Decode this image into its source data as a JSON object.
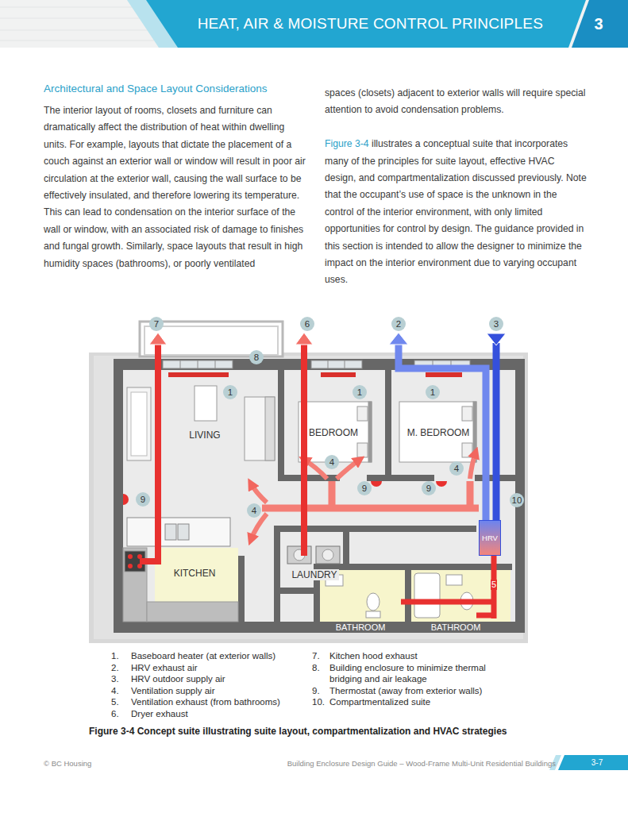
{
  "diagram": {
    "title": "Architectural and Space Layout Considerations",
    "caption": "Figure 3-4 Concept suite illustrating suite layout, compartmentalization and HVAC strategies",
    "nodes": [
      {
        "text": [
          "LIVING"
        ]
      },
      {
        "text": [
          "BEDROOM"
        ]
      },
      {
        "text": [
          "M. BEDROOM"
        ]
      },
      {
        "text": [
          "KITCHEN"
        ]
      },
      {
        "text": [
          "LAUNDRY"
        ]
      },
      {
        "text": [
          "BATHROOM"
        ]
      },
      {
        "text": [
          "BATHROOM"
        ]
      },
      {
        "text": [
          "HRV"
        ]
      }
    ],
    "labels": [
      "HEAT, AIR & MOISTURE CONTROL PRINCIPLES",
      "3",
      "The interior layout of rooms, closets and furniture can dramatically affect the distribution of heat within dwelling units. For example, layouts that dictate the placement of a couch against an exterior wall or window will result in poor air circulation at the exterior wall, causing the wall surface to be effectively insulated, and therefore lowering its temperature. This can lead to condensation on the interior surface of the wall or window, with an associated risk of damage to finishes and fungal growth. Similarly, space layouts that result in high humidity spaces (bathrooms), or poorly ventilated",
      "spaces (closets) adjacent to exterior walls will require special attention to avoid condensation problems.",
      "Figure 3-4",
      "illustrates a conceptual suite that incorporates many of the principles for suite layout, effective HVAC design, and compartmentalization discussed previously. Note that the occupant’s use of space is the unknown in the control of the interior environment, with only limited opportunities for control by design. The guidance provided in this section is intended to allow the designer to minimize the impact on the interior environment due to varying occupant uses.",
      "7",
      "6",
      "2",
      "3",
      "8",
      "1",
      "1",
      "1",
      "4",
      "4",
      "9",
      "9",
      "9",
      "10",
      "4",
      "5",
      "1.",
      "Baseboard heater (at exterior walls)",
      "2.",
      "HRV exhaust air",
      "3.",
      "HRV outdoor supply air",
      "4.",
      "Ventilation supply air",
      "5.",
      "Ventilation exhaust (from bathrooms)",
      "6.",
      "Dryer exhaust",
      "7.",
      "Kitchen hood exhaust",
      "8.",
      "Building enclosure to minimize thermal bridging and air leakage",
      "9.",
      "Thermostat (away from exterior walls)",
      "10.",
      "Compartmentalized suite",
      "© BC Housing",
      "Building Enclosure Design Guide – Wood-Frame Multi-Unit Residential Buildings",
      "3-7"
    ]
  }
}
